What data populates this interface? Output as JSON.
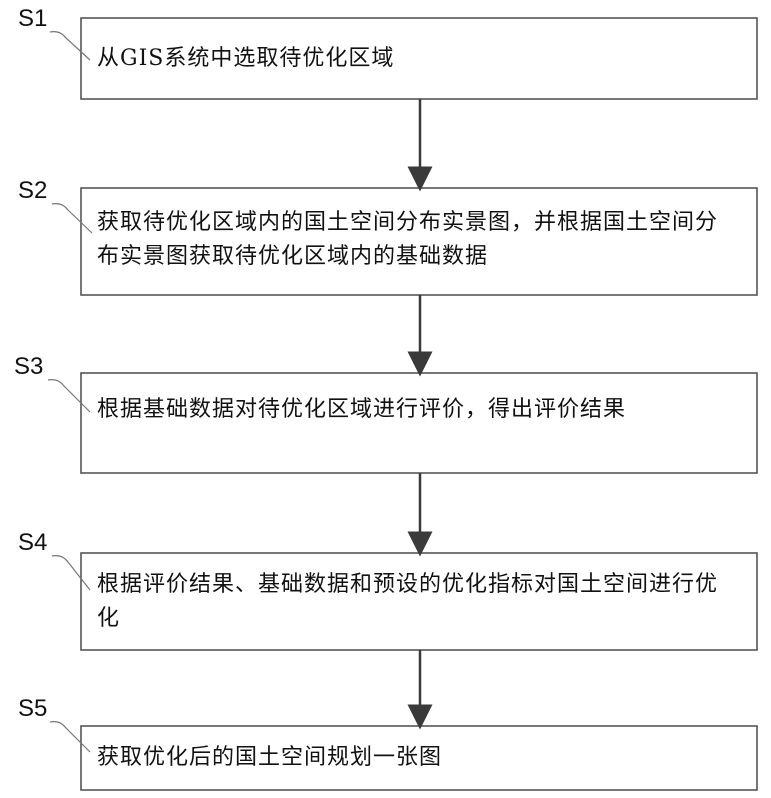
{
  "steps": [
    {
      "id": "S1",
      "text": "从GIS系统中选取待优化区域"
    },
    {
      "id": "S2",
      "text": "获取待优化区域内的国土空间分布实景图，并根据国土空间分布实景图获取待优化区域内的基础数据"
    },
    {
      "id": "S3",
      "text": "根据基础数据对待优化区域进行评价，得出评价结果"
    },
    {
      "id": "S4",
      "text": "根据评价结果、基础数据和预设的优化指标对国土空间进行优化"
    },
    {
      "id": "S5",
      "text": "获取优化后的国土空间规划一张图"
    }
  ]
}
